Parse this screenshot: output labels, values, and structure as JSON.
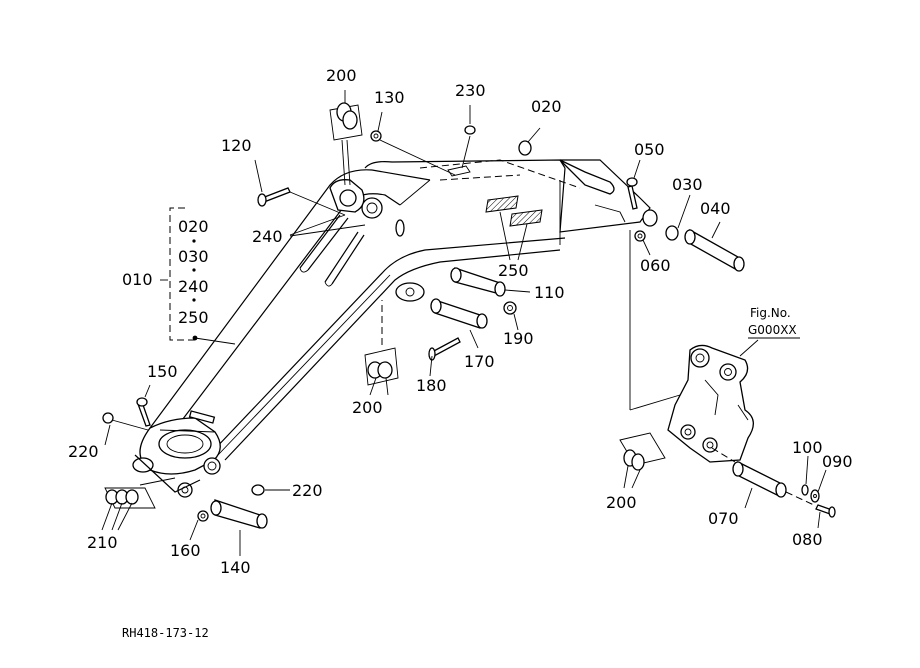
{
  "figure": {
    "footer_code": "RH418-173-12",
    "fig_ref_title": "Fig.No.",
    "fig_ref_code": "G000XX"
  },
  "callouts": {
    "c200_top": "200",
    "c130": "130",
    "c230": "230",
    "c020_top": "020",
    "c050": "050",
    "c030_right": "030",
    "c040": "040",
    "c120": "120",
    "c240": "240",
    "c060": "060",
    "c250": "250",
    "c110": "110",
    "c190": "190",
    "c170": "170",
    "c180": "180",
    "c200_mid": "200",
    "c150": "150",
    "c220_left": "220",
    "c220_right": "220",
    "c210": "210",
    "c160": "160",
    "c140": "140",
    "c100": "100",
    "c090": "090",
    "c200_right": "200",
    "c070": "070",
    "c080": "080"
  },
  "assembly": {
    "main": "010",
    "items": [
      "020",
      "030",
      "240",
      "250"
    ]
  }
}
